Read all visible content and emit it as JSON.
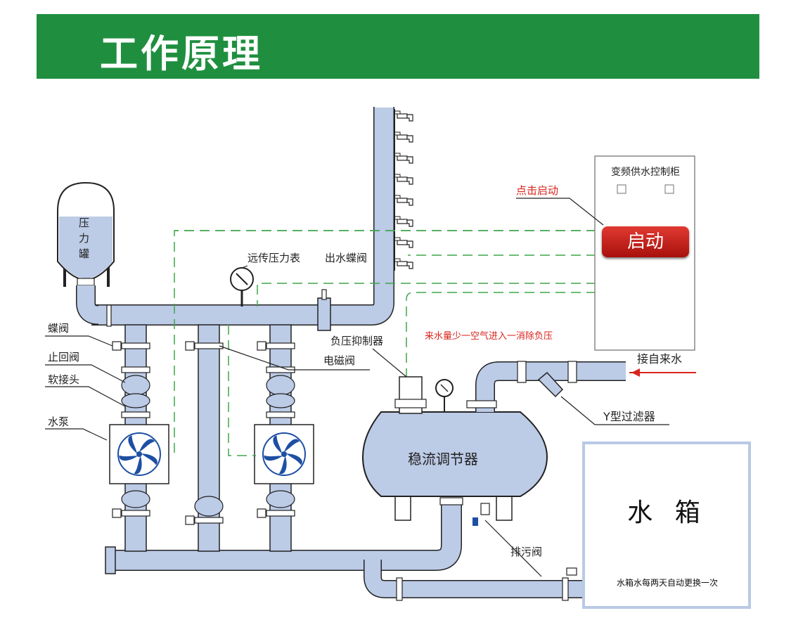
{
  "header": {
    "title": "工作原理",
    "bg_color": "#1f8f3f"
  },
  "cabinet": {
    "title": "变频供水控制柜",
    "start_button": "启动",
    "callout": "点击启动"
  },
  "labels": {
    "pressure_tank": "压力罐",
    "remote_gauge": "远传压力表",
    "outlet_valve": "出水蝶阀",
    "butterfly_valve": "蝶阀",
    "check_valve": "止回阀",
    "soft_joint": "软接头",
    "pump": "水泵",
    "solenoid_valve": "电磁阀",
    "negative_pressure": "负压抑制器",
    "note_air": "来水量少一空气进入一消除负压",
    "inlet": "接自来水",
    "y_filter": "Y型过滤器",
    "stabilizer": "稳流调节器",
    "drain_valve": "排污阀"
  },
  "water_tank": {
    "title": "水 箱",
    "note": "水箱水每两天自动更换一次"
  },
  "colors": {
    "pipe": "#bccbe6",
    "pipe_stroke": "#1a1a1a",
    "dash": "#3fa64a",
    "red": "#d9231c",
    "pump_blade": "#1d4fa3"
  }
}
